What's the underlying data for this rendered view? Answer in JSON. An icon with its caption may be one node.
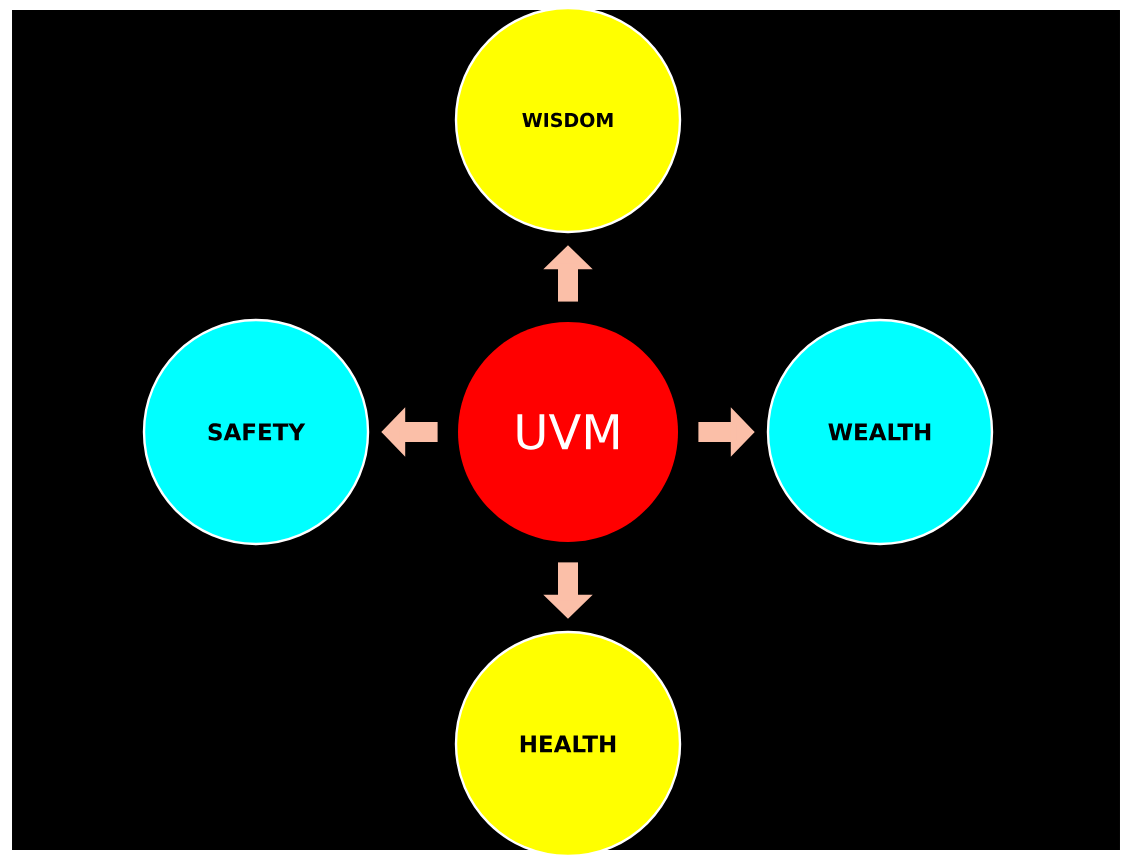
{
  "diagram": {
    "nodes": [
      {
        "text": [
          "WISDOM"
        ]
      },
      {
        "text": [
          "SAFETY"
        ]
      },
      {
        "text": [
          "UVM"
        ]
      },
      {
        "text": [
          "WEALTH"
        ]
      },
      {
        "text": [
          "HEALTH"
        ]
      }
    ],
    "edges": [
      {
        "from": 2,
        "to": 0,
        "arrow": "to"
      },
      {
        "from": 2,
        "to": 1,
        "arrow": "to"
      },
      {
        "from": 2,
        "to": 3,
        "arrow": "to"
      },
      {
        "from": 2,
        "to": 4,
        "arrow": "to"
      }
    ]
  }
}
